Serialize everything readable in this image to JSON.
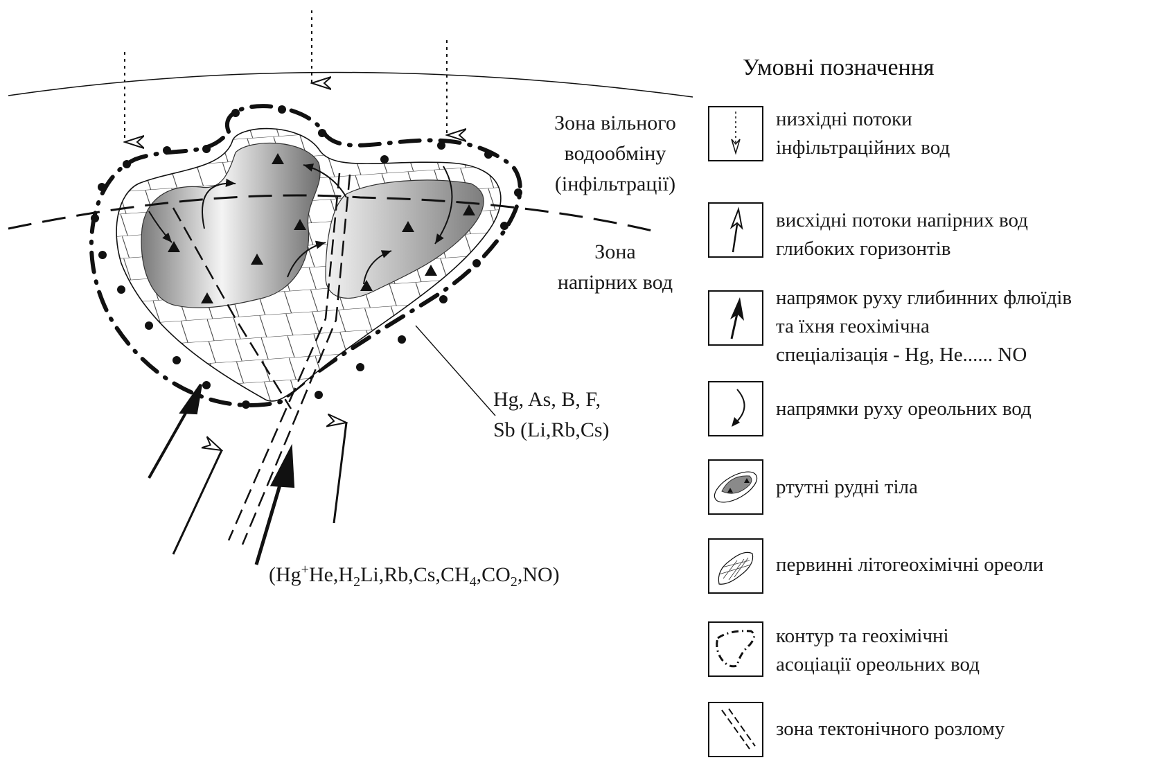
{
  "diagram": {
    "zone_free_exchange": [
      "Зона вільного",
      "водообміну",
      "(інфільтрації)"
    ],
    "zone_pressure": [
      "Зона",
      "напірних вод"
    ],
    "ore_elements": [
      "Hg, As, B, F,",
      "Sb (Li,Rb,Cs)"
    ],
    "deep_elements": {
      "p1": "(Hg",
      "sup": "+",
      "p2": "He,H",
      "sub1": "2",
      "p3": "Li,Rb,Cs,CH",
      "sub2": "4",
      "p4": ",CO",
      "sub3": "2",
      "p5": ",NO)"
    }
  },
  "legend": {
    "title": "Умовні позначення",
    "items": [
      {
        "icon": "dashed-down-arrow-icon",
        "lines": [
          "низхідні потоки",
          "інфільтраційних вод"
        ]
      },
      {
        "icon": "hollow-up-arrow-icon",
        "lines": [
          "висхідні потоки напірних вод",
          "глибоких горизонтів"
        ]
      },
      {
        "icon": "solid-up-arrow-icon",
        "lines": [
          "напрямок руху глибинних флюїдів",
          "та їхня геохімічна",
          "спеціалізація - Hg, He...... NO"
        ]
      },
      {
        "icon": "curved-arrow-icon",
        "lines": [
          "напрямки руху ореольних вод"
        ]
      },
      {
        "icon": "ore-body-icon",
        "lines": [
          "ртутні рудні тіла"
        ]
      },
      {
        "icon": "hatched-halo-icon",
        "lines": [
          "первинні літогеохімічні ореоли"
        ]
      },
      {
        "icon": "contour-icon",
        "lines": [
          "контур та геохімічні",
          "асоціації ореольних вод"
        ]
      },
      {
        "icon": "fault-zone-icon",
        "lines": [
          "зона тектонічного розлому"
        ]
      }
    ]
  }
}
